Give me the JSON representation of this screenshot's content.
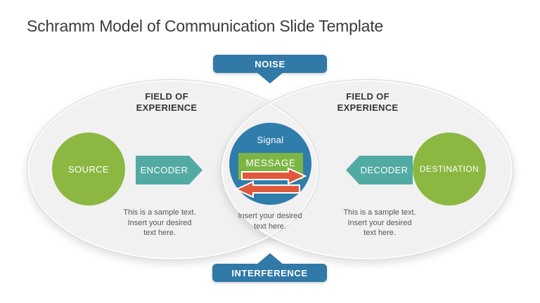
{
  "title": "Schramm Model of Communication Slide Template",
  "banners": {
    "top": "NOISE",
    "bottom": "INTERFERENCE"
  },
  "left_field": {
    "label": [
      "FIELD OF",
      "EXPERIENCE"
    ],
    "source_label": "SOURCE",
    "encoder_label": "ENCODER",
    "sample_text": [
      "This is a sample text.",
      "Insert your desired",
      "text here."
    ]
  },
  "right_field": {
    "label": [
      "FIELD OF",
      "EXPERIENCE"
    ],
    "decoder_label": "DECODER",
    "destination_label": "DESTINATION",
    "sample_text": [
      "This is a sample text.",
      "Insert your desired",
      "text here."
    ]
  },
  "center": {
    "signal_label": "Signal",
    "message_label": "MESSAGE",
    "sample_text": [
      "Insert your desired",
      "text here."
    ]
  },
  "icons": {
    "double_arrow": "bidirectional-exchange-arrows",
    "banner_tail_down": "pointer-down",
    "banner_tail_up": "pointer-up"
  },
  "colors": {
    "banner_blue": "#3179a7",
    "signal_blue": "#2e7dab",
    "node_green": "#8cb842",
    "message_green": "#7cb544",
    "coder_teal": "#52aba3",
    "arrow_orange": "#e0593b"
  }
}
